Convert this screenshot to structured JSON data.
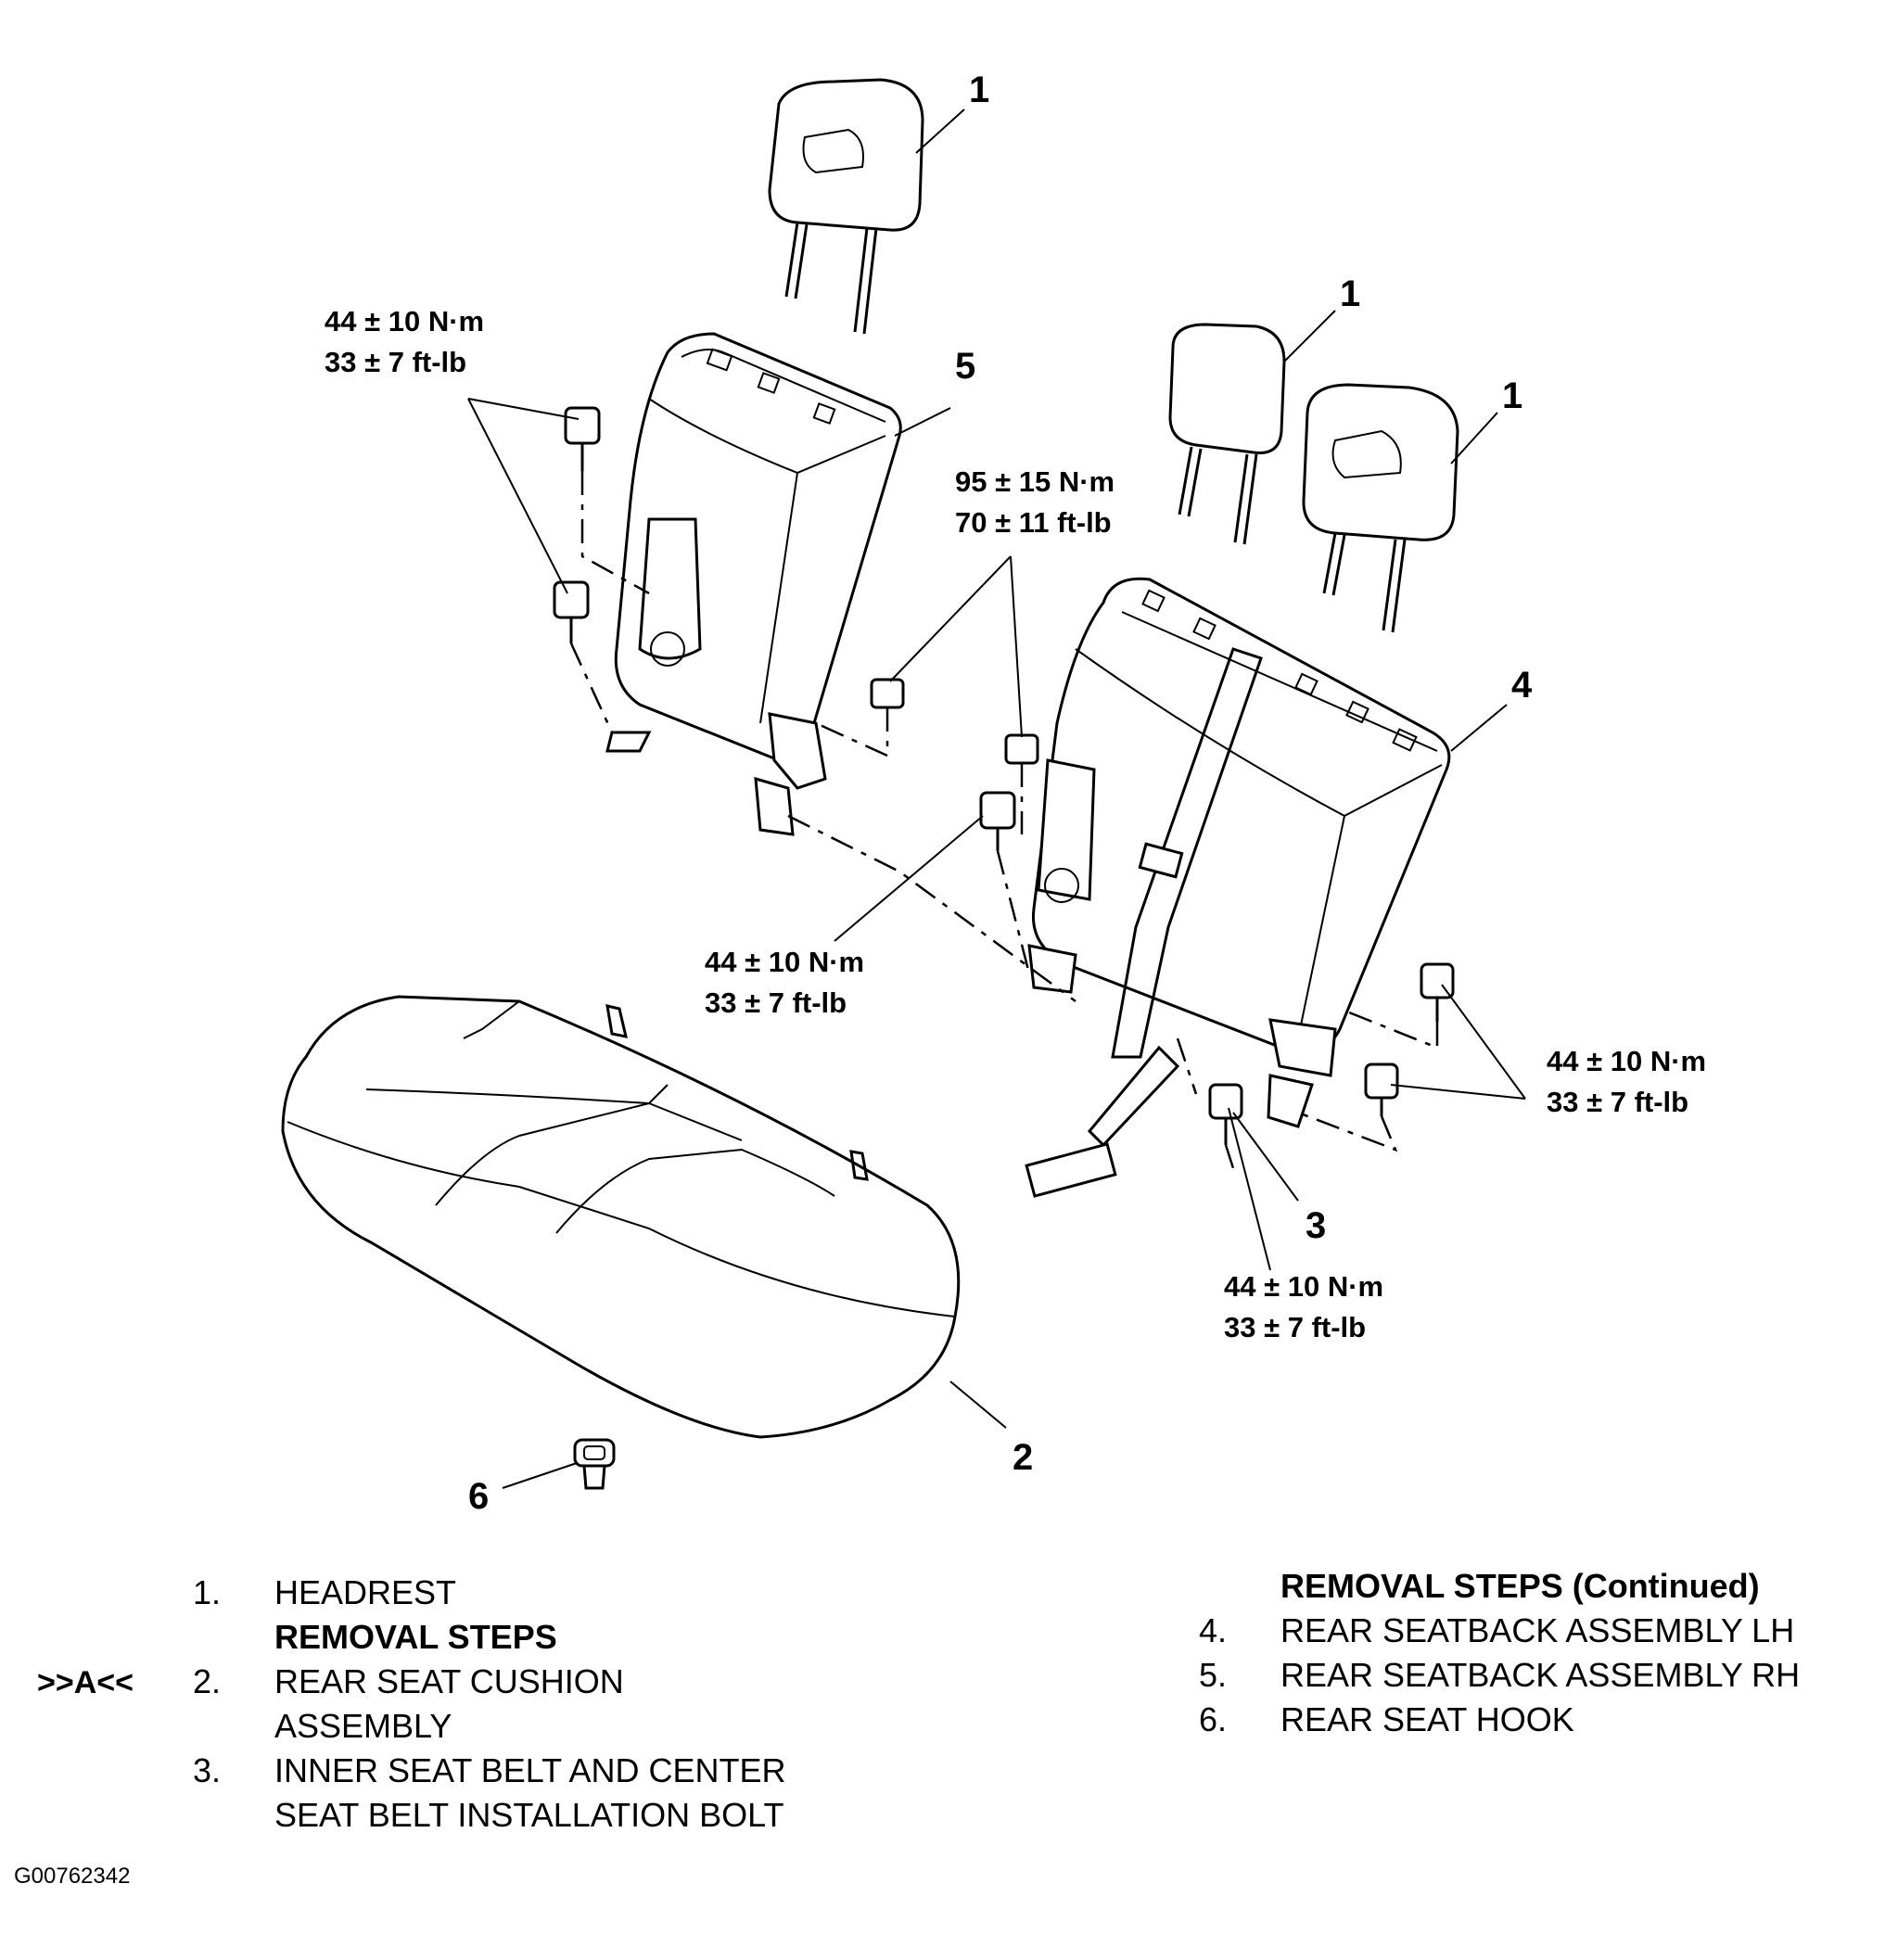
{
  "callouts": {
    "headrest_top": "1",
    "headrest_mid": "1",
    "headrest_right": "1",
    "seatback_rh": "5",
    "seatback_lh": "4",
    "cushion": "2",
    "bolt": "3",
    "hook": "6"
  },
  "torques": {
    "top_left": {
      "nm": "44 ± 10 N·m",
      "ftlb": "33 ± 7 ft-lb"
    },
    "center_nut": {
      "nm": "95 ± 15 N·m",
      "ftlb": "70 ± 11 ft-lb"
    },
    "center_bolt": {
      "nm": "44 ± 10 N·m",
      "ftlb": "33 ± 7 ft-lb"
    },
    "right": {
      "nm": "44 ± 10 N·m",
      "ftlb": "33 ± 7 ft-lb"
    },
    "bottom": {
      "nm": "44 ± 10 N·m",
      "ftlb": "33 ± 7 ft-lb"
    }
  },
  "legend_left": {
    "item1_num": "1.",
    "item1_text": "HEADREST",
    "header": "REMOVAL STEPS",
    "marker": ">>A<<",
    "item2_num": "2.",
    "item2_text_line1": "REAR SEAT CUSHION",
    "item2_text_line2": "ASSEMBLY",
    "item3_num": "3.",
    "item3_text_line1": "INNER SEAT BELT AND CENTER",
    "item3_text_line2": "SEAT BELT INSTALLATION BOLT"
  },
  "legend_right": {
    "header": "REMOVAL STEPS (Continued)",
    "item4_num": "4.",
    "item4_text": "REAR SEATBACK ASSEMBLY LH",
    "item5_num": "5.",
    "item5_text": "REAR SEATBACK ASSEMBLY RH",
    "item6_num": "6.",
    "item6_text": "REAR SEAT HOOK"
  },
  "figure_id": "G00762342"
}
